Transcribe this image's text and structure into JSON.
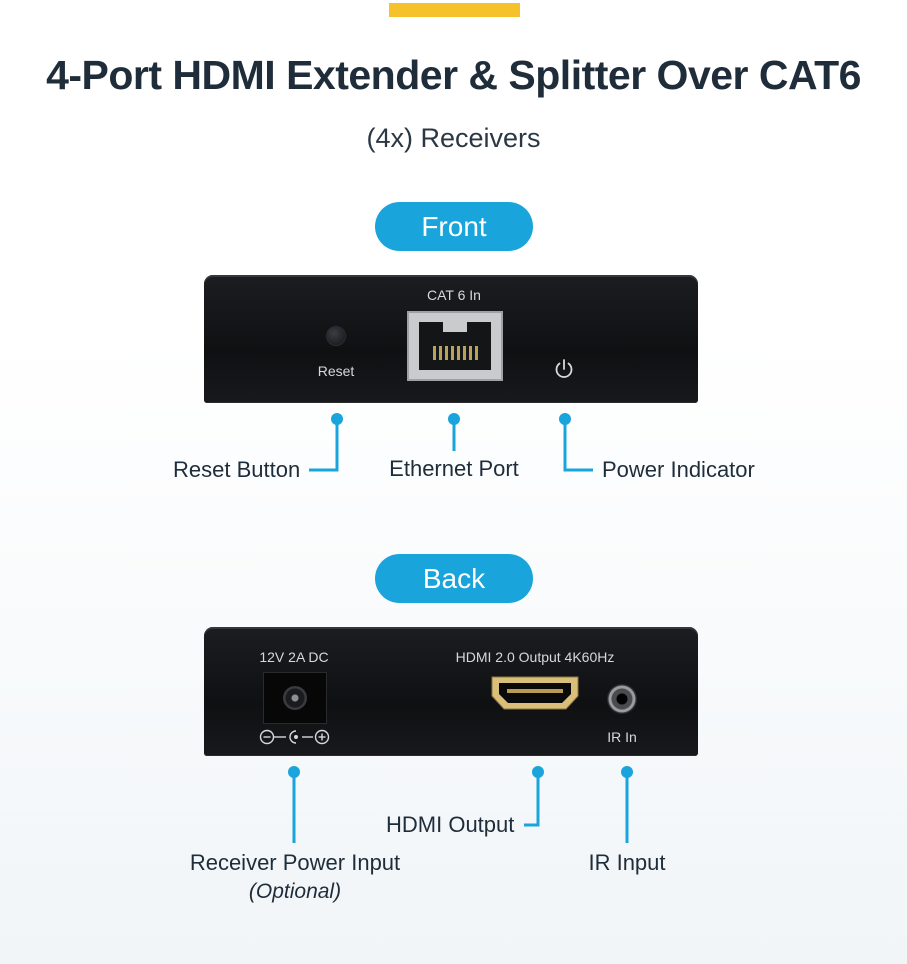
{
  "header": {
    "title": "4-Port HDMI Extender & Splitter Over CAT6",
    "subtitle": "(4x) Receivers"
  },
  "colors": {
    "accent_yellow": "#f6c22b",
    "pill_blue": "#1aa4dc",
    "callout_line": "#1aa4dc",
    "device_black": "#111214",
    "title_text": "#1f2d3a"
  },
  "front": {
    "section_label": "Front",
    "device_labels": {
      "cat6": "CAT 6 In",
      "reset": "Reset"
    },
    "callouts": {
      "reset_button": "Reset Button",
      "ethernet_port": "Ethernet Port",
      "power_indicator": "Power Indicator"
    }
  },
  "back": {
    "section_label": "Back",
    "device_labels": {
      "power": "12V 2A DC",
      "hdmi": "HDMI 2.0 Output 4K60Hz",
      "ir": "IR In"
    },
    "callouts": {
      "receiver_power": "Receiver Power Input",
      "receiver_power_note": "(Optional)",
      "hdmi_output": "HDMI Output",
      "ir_input": "IR Input"
    }
  }
}
